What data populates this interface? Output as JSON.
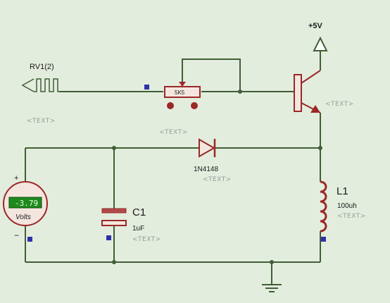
{
  "colors": {
    "background": "#e3eddd",
    "wire": "#3f5f36",
    "component": "#9b2828",
    "pin_marker": "#3030a8",
    "voltmeter_screen": "#1e8a1e",
    "voltmeter_text": "#e8ffe0",
    "placeholder": "#9a9a9a"
  },
  "generator": {
    "label": "RV1(2)",
    "text": "<TEXT>"
  },
  "potentiometer": {
    "value": "5K5",
    "text": "<TEXT>"
  },
  "supply": {
    "label": "+5V"
  },
  "transistor": {
    "text": "<TEXT>"
  },
  "diode": {
    "name": "1N4148",
    "text": "<TEXT>"
  },
  "voltmeter": {
    "reading": "-3.79",
    "units": "Volts",
    "plus": "+",
    "minus": "−"
  },
  "capacitor": {
    "name": "C1",
    "value": "1uF",
    "text": "<TEXT>"
  },
  "inductor": {
    "name": "L1",
    "value": "100uh",
    "text": "<TEXT>"
  },
  "ground": {
    "icon": "ground-icon"
  }
}
